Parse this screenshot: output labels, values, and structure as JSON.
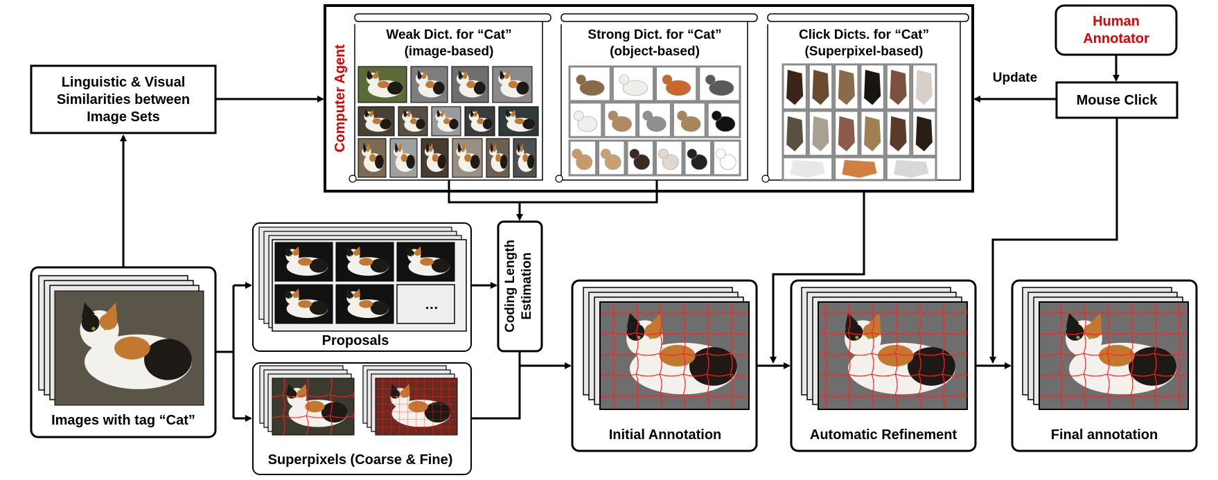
{
  "boxes": {
    "similarity": [
      "Linguistic & Visual",
      "Similarities between",
      "Image Sets"
    ],
    "human": [
      "Human",
      "Annotator"
    ],
    "mouse_click": "Mouse Click",
    "update": "Update",
    "coding": [
      "Coding Length",
      "Estimation"
    ],
    "computer_agent": "Computer Agent"
  },
  "panels": {
    "weak": [
      "Weak Dict. for “Cat”",
      "(image-based)"
    ],
    "strong": [
      "Strong Dict. for “Cat”",
      "(object-based)"
    ],
    "click": [
      "Click Dicts. for “Cat”",
      "(Superpixel-based)"
    ]
  },
  "captions": {
    "images": "Images with tag “Cat”",
    "proposals": "Proposals",
    "superpixels": "Superpixels (Coarse & Fine)",
    "initial": "Initial Annotation",
    "automatic": "Automatic Refinement",
    "final": "Final annotation",
    "ellipsis": "…"
  },
  "colors": {
    "accent_red": "#e00000",
    "stroke": "#000000",
    "thumb_gray": "#8a8a8a",
    "cat_white": "#f3f1ec",
    "cat_dark": "#1d1a16",
    "cat_orange": "#c2782f",
    "bg_dark": "#2a2a24",
    "bg_green": "#1f5a1f",
    "bg_beige": "#c9b99a",
    "seg_gray": "#6e6e6e",
    "seg_line": "#ff2020"
  }
}
